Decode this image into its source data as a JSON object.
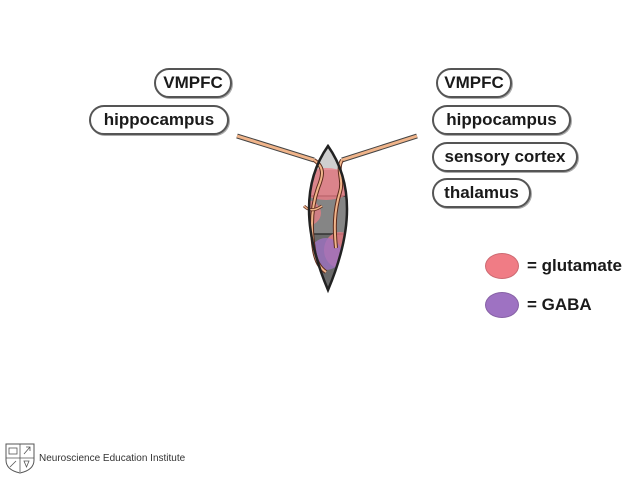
{
  "left_labels": [
    "VMPFC",
    "hippocampus"
  ],
  "right_labels": [
    "VMPFC",
    "hippocampus",
    "sensory cortex",
    "thalamus"
  ],
  "legend": [
    {
      "label": "= glutamate",
      "color": "#f07c85"
    },
    {
      "label": "= GABA",
      "color": "#9e72c2"
    }
  ],
  "institute": "Neuroscience Education Institute",
  "colors": {
    "glutamate": "#f07c85",
    "gaba": "#9e72c2",
    "axon": "#f0b48a",
    "amygdala_dark": "#6a6a6a",
    "amygdala_mid": "#8e8e8e",
    "amygdala_light": "#cfcfcf"
  }
}
